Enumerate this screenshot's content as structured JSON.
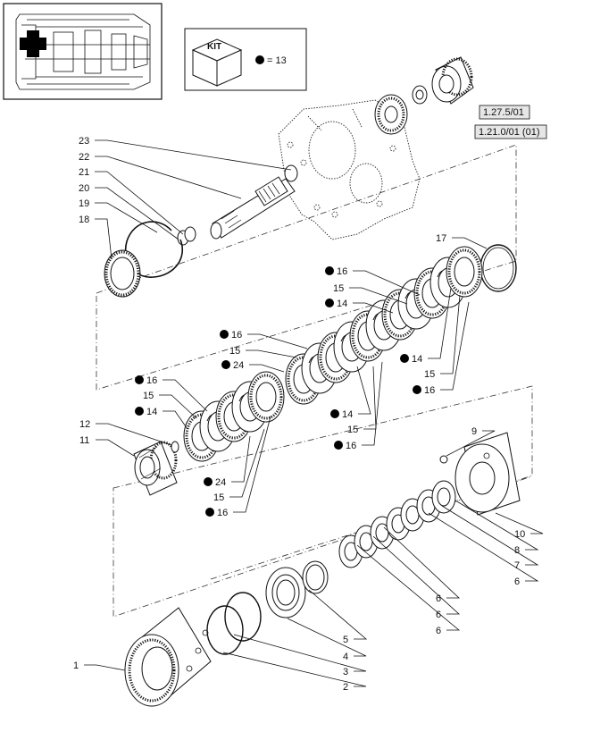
{
  "kit_box": {
    "title": "KIT",
    "legend": "= 13"
  },
  "references": [
    {
      "id": "ref-1",
      "text": "1.27.5/01"
    },
    {
      "id": "ref-2",
      "text": "1.21.0/01 (01)"
    }
  ],
  "labels": [
    {
      "text": "23",
      "dot": false
    },
    {
      "text": "22",
      "dot": false
    },
    {
      "text": "21",
      "dot": false
    },
    {
      "text": "20",
      "dot": false
    },
    {
      "text": "19",
      "dot": false
    },
    {
      "text": "18",
      "dot": false
    },
    {
      "text": "17",
      "dot": false
    },
    {
      "text": "16",
      "dot": true
    },
    {
      "text": "15",
      "dot": false
    },
    {
      "text": "14",
      "dot": true
    },
    {
      "text": "16",
      "dot": true
    },
    {
      "text": "15",
      "dot": false
    },
    {
      "text": "24",
      "dot": true
    },
    {
      "text": "14",
      "dot": true
    },
    {
      "text": "15",
      "dot": false
    },
    {
      "text": "16",
      "dot": true
    },
    {
      "text": "16",
      "dot": true
    },
    {
      "text": "15",
      "dot": false
    },
    {
      "text": "14",
      "dot": true
    },
    {
      "text": "14",
      "dot": true
    },
    {
      "text": "15",
      "dot": false
    },
    {
      "text": "16",
      "dot": true
    },
    {
      "text": "12",
      "dot": false
    },
    {
      "text": "11",
      "dot": false
    },
    {
      "text": "24",
      "dot": true
    },
    {
      "text": "15",
      "dot": false
    },
    {
      "text": "16",
      "dot": true
    },
    {
      "text": "9",
      "dot": false
    },
    {
      "text": "10",
      "dot": false
    },
    {
      "text": "8",
      "dot": false
    },
    {
      "text": "7",
      "dot": false
    },
    {
      "text": "6",
      "dot": false
    },
    {
      "text": "6",
      "dot": false
    },
    {
      "text": "6",
      "dot": false
    },
    {
      "text": "6",
      "dot": false
    },
    {
      "text": "5",
      "dot": false
    },
    {
      "text": "4",
      "dot": false
    },
    {
      "text": "3",
      "dot": false
    },
    {
      "text": "2",
      "dot": false
    },
    {
      "text": "1",
      "dot": false
    }
  ]
}
